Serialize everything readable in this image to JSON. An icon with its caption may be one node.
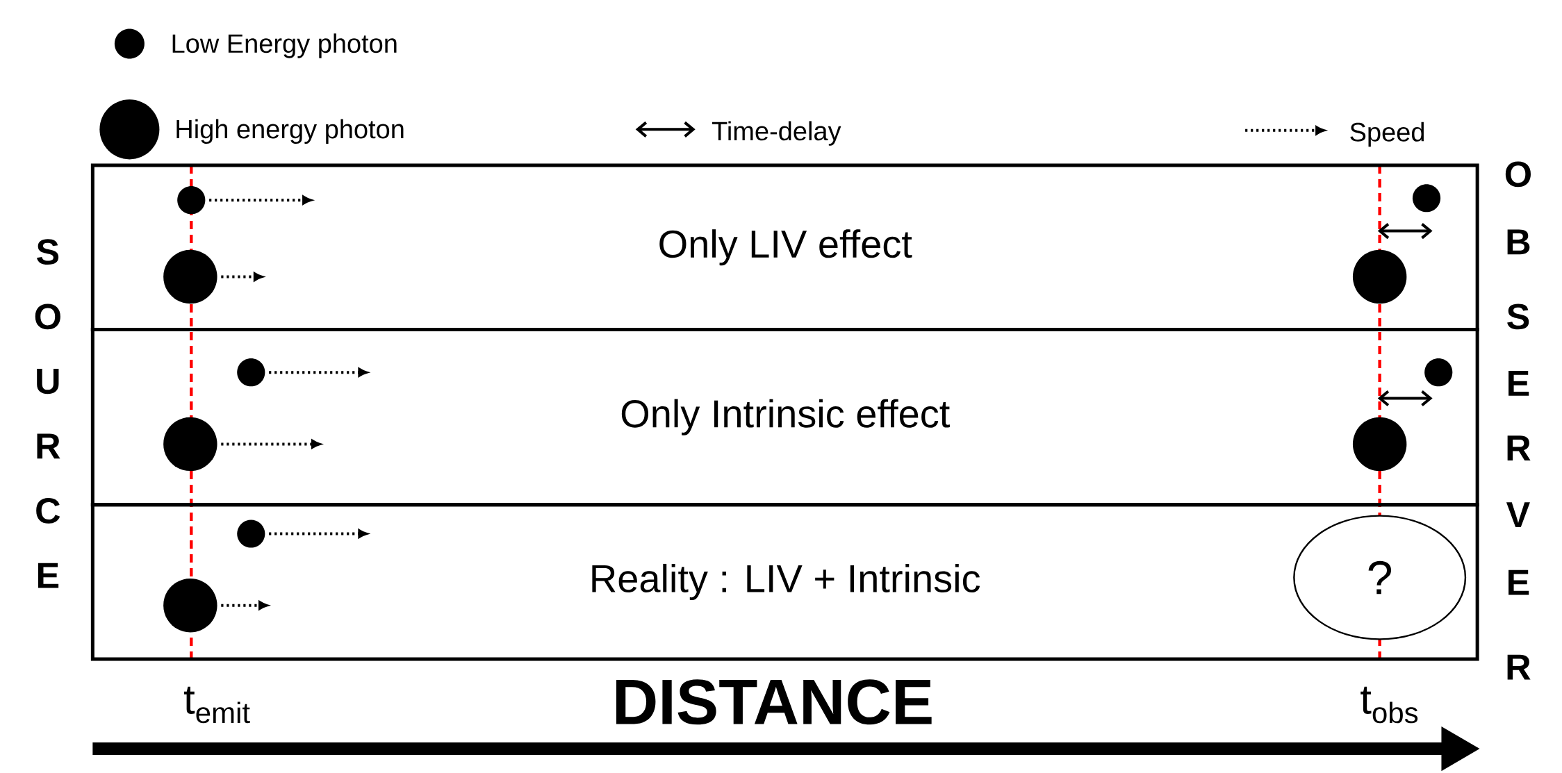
{
  "diagram": {
    "nodes": [
      {
        "text": [
          "Only LIV effect"
        ]
      },
      {
        "text": [
          "Only Intrinsic effect"
        ]
      },
      {
        "text": [
          "Reality : LIV + Intrinsic"
        ]
      },
      {
        "text": [
          "?"
        ],
        "in": 2
      }
    ],
    "labels": [
      "S",
      "O",
      "U",
      "R",
      "C",
      "E",
      "O",
      "B",
      "S",
      "E",
      "R",
      "V",
      "E",
      "R",
      "t$_{emit}$",
      "DISTANCE",
      "t$_{obs}$"
    ],
    "legend": [
      {
        "text": "Low Energy photon"
      },
      {
        "text": "High energy photon"
      },
      {
        "text": "Time-delay"
      },
      {
        "text": "Speed"
      }
    ]
  }
}
